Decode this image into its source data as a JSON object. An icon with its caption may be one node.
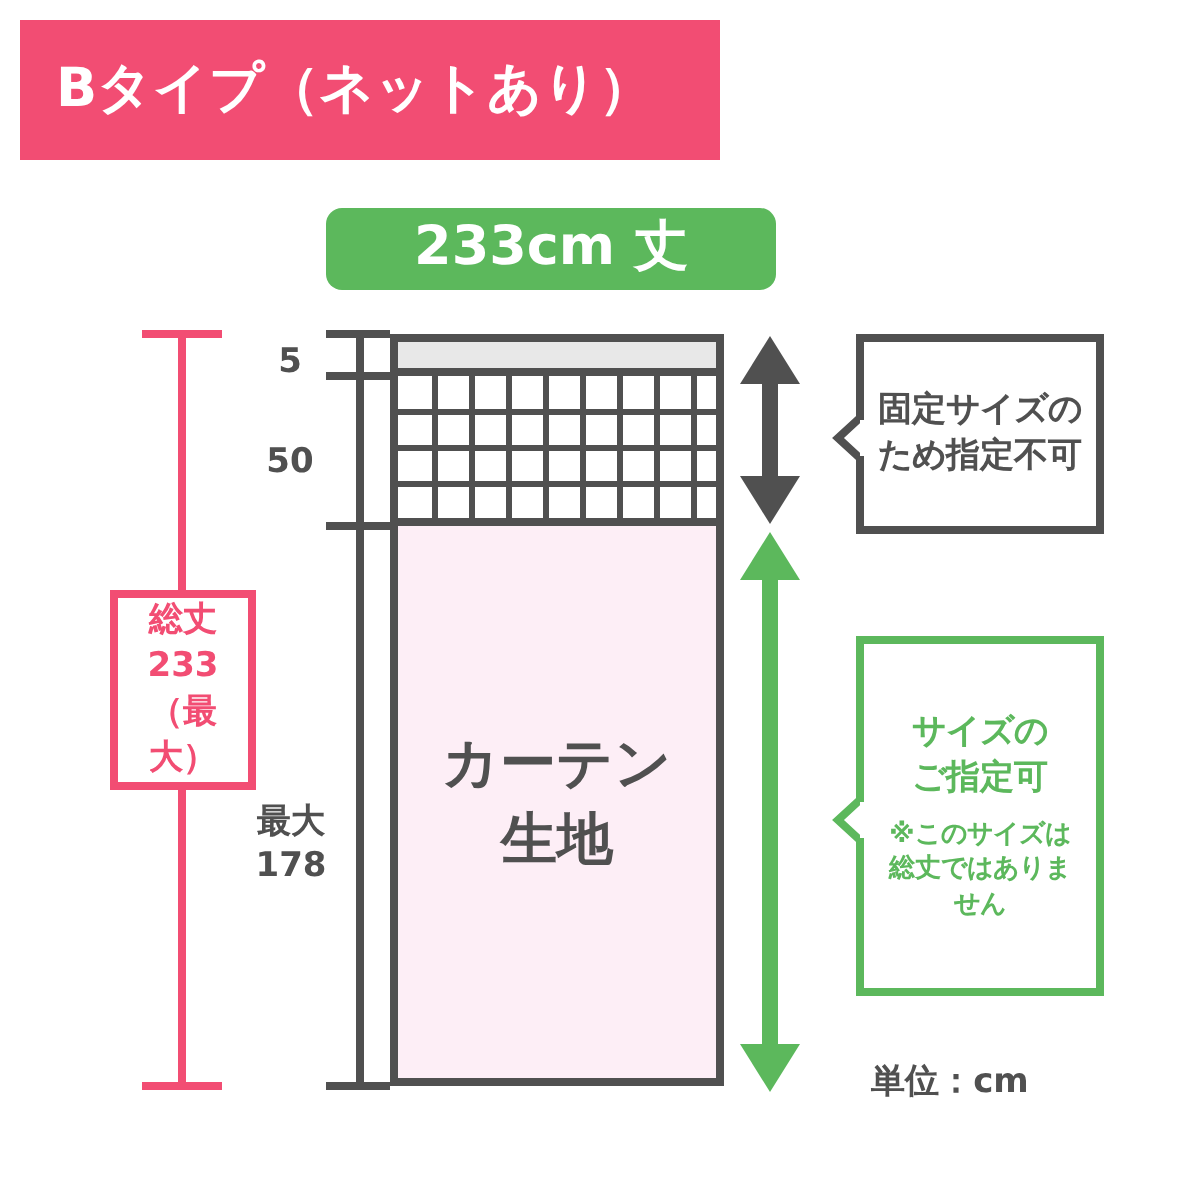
{
  "diagram": {
    "title": "Bタイプ（ネットあり）",
    "nodes": [
      {
        "text": [
          "233cm 丈"
        ]
      },
      {
        "text": [],
        "shape": "box"
      },
      {
        "text": [],
        "shape": "grid"
      },
      {
        "text": [
          "固定サイズのため指定不可"
        ]
      },
      {
        "text": [
          "総丈 233 （最大）"
        ]
      },
      {
        "text": [
          "カーテン生地"
        ]
      },
      {
        "text": [
          "サイズのご指定可",
          "※このサイズは総丈ではありません"
        ]
      }
    ],
    "edges": [],
    "labels": [
      "5",
      "50",
      "最大 178",
      "単位：cm"
    ]
  }
}
